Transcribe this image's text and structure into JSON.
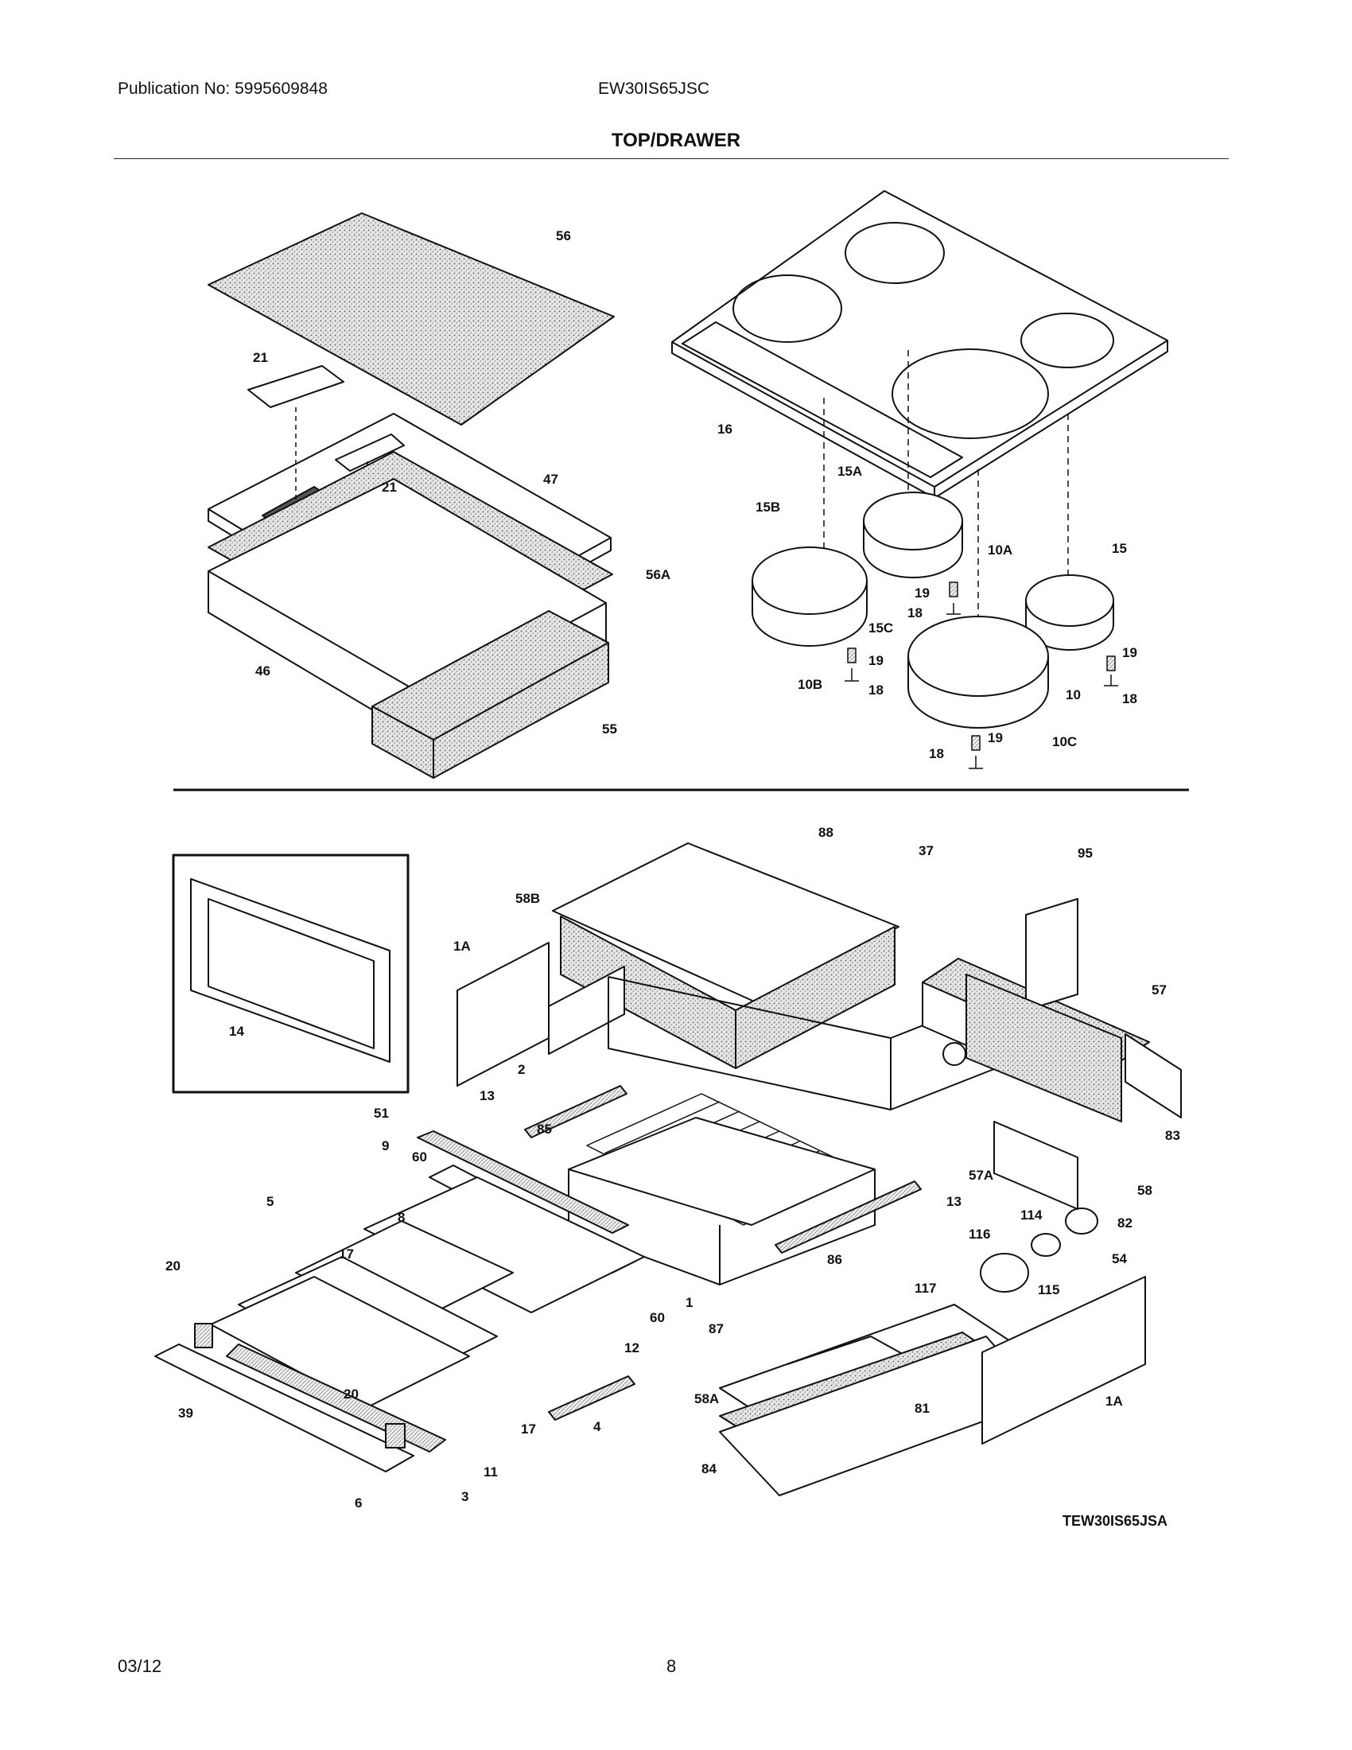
{
  "header": {
    "publication": "Publication No: 5995609848",
    "model": "EW30IS65JSC",
    "section_title": "TOP/DRAWER"
  },
  "diagram": {
    "top_labels": {
      "l56": "56",
      "l21a": "21",
      "l21b": "21",
      "l47": "47",
      "l56A": "56A",
      "l46": "46",
      "l55": "55",
      "l16": "16",
      "l15A": "15A",
      "l15B": "15B",
      "l10A": "10A",
      "l15": "15",
      "l19a": "19",
      "l18a": "18",
      "l15C": "15C",
      "l19b": "19",
      "l18b": "18",
      "l10B": "10B",
      "l19c": "19",
      "l18c": "18",
      "l10": "10",
      "l19d": "19",
      "l18d": "18",
      "l10C": "10C"
    },
    "bottom_labels": {
      "l88": "88",
      "l58B": "58B",
      "l1Aa": "1A",
      "l2": "2",
      "l14": "14",
      "l37": "37",
      "l95": "95",
      "l57": "57",
      "l13a": "13",
      "l85": "85",
      "l51": "51",
      "l9": "9",
      "l60a": "60",
      "l83": "83",
      "l57A": "57A",
      "l58": "58",
      "l5": "5",
      "l8": "8",
      "l13b": "13",
      "l82": "82",
      "l114": "114",
      "l116": "116",
      "l54": "54",
      "l17a": "17",
      "l20a": "20",
      "l86": "86",
      "l117": "117",
      "l115": "115",
      "l60b": "60",
      "l1": "1",
      "l12": "12",
      "l87": "87",
      "l39": "39",
      "l20b": "20",
      "l58A": "58A",
      "l17b": "17",
      "l4": "4",
      "l81": "81",
      "l1Ab": "1A",
      "l11": "11",
      "l84": "84",
      "l6": "6",
      "l3": "3"
    },
    "drawing_code": "TEW30IS65JSA"
  },
  "footer": {
    "date": "03/12",
    "page": "8"
  }
}
